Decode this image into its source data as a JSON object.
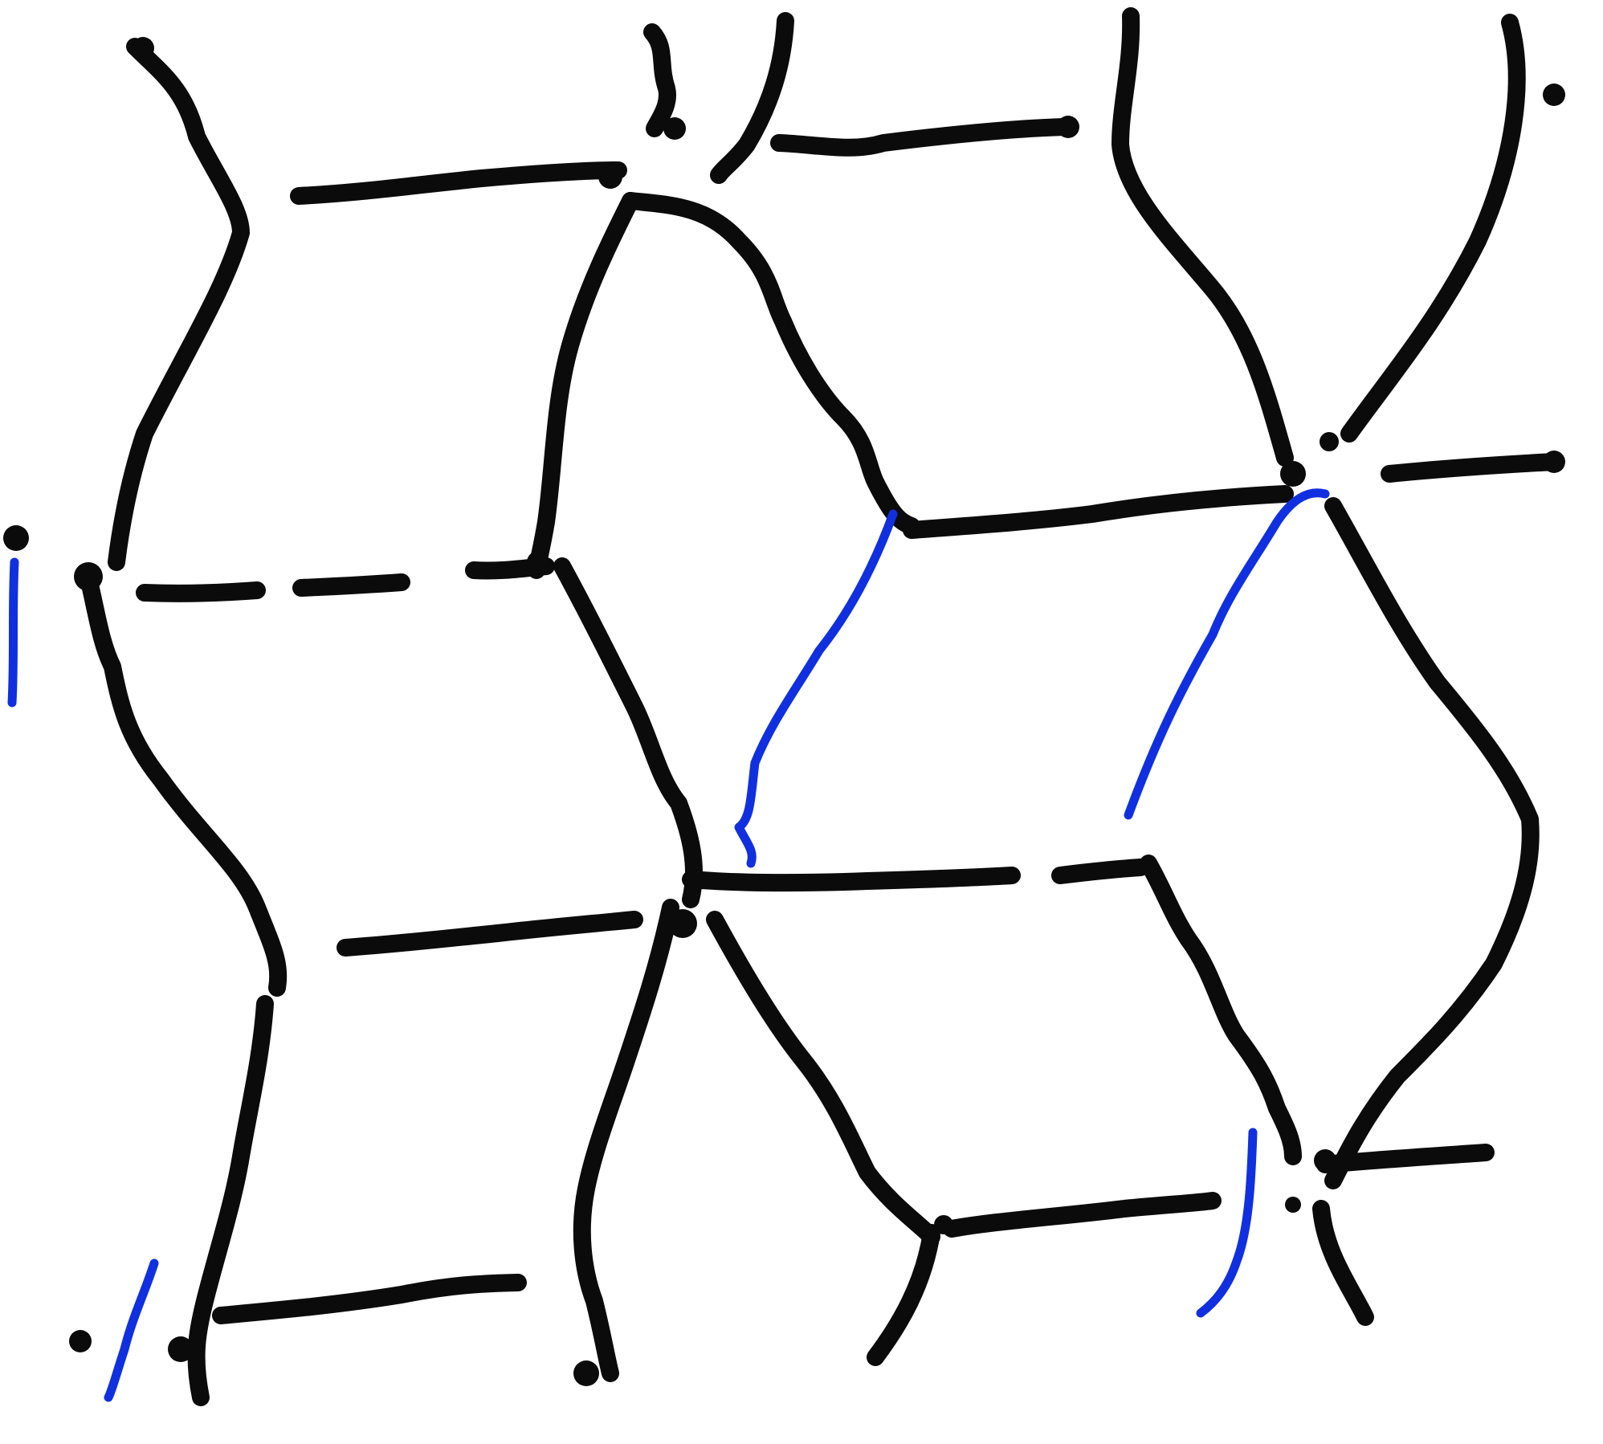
{
  "colors": {
    "background": "#ffffff",
    "ink_black": "#0b0b0b",
    "ink_blue": "#1030e0"
  },
  "diagram": {
    "description_free": true,
    "style": "hand-drawn marker lines on white",
    "black_edge_count": 45,
    "blue_edge_count": 5
  }
}
